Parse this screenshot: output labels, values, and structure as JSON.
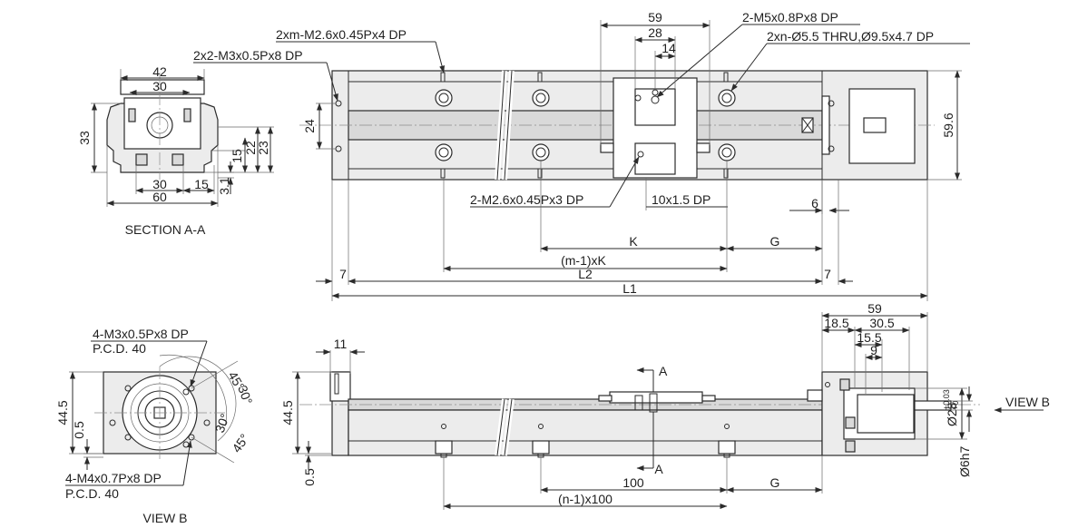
{
  "top_view": {
    "callout_m26_m": "2xm-M2.6x0.45Px4 DP",
    "callout_m3": "2x2-M3x0.5Px8 DP",
    "callout_m5": "2-M5x0.8Px8 DP",
    "callout_thru": "2xn-Ø5.5 THRU,Ø9.5x4.7 DP",
    "callout_m26_3": "2-M2.6x0.45Px3 DP",
    "callout_pin": "10x1.5 DP",
    "dim_59": "59",
    "dim_28": "28",
    "dim_14": "14",
    "dim_24": "24",
    "dim_59_6": "59.6",
    "dim_6": "6",
    "dim_k": "K",
    "dim_g": "G",
    "dim_m1k": "(m-1)xK",
    "dim_l2": "L2",
    "dim_l1": "L1",
    "dim_7_left": "7",
    "dim_7_right": "7"
  },
  "section_aa": {
    "title": "SECTION A-A",
    "dim_42": "42",
    "dim_30_top": "30",
    "dim_33": "33",
    "dim_15_v": "15",
    "dim_22": "22",
    "dim_23": "23",
    "dim_30_bot": "30",
    "dim_15_h": "15",
    "dim_3_1": "3.1",
    "dim_60": "60"
  },
  "view_b": {
    "title": "VIEW B",
    "callout_m3": "4-M3x0.5Px8 DP",
    "pcd_top": "P.C.D. 40",
    "callout_m4": "4-M4x0.7Px8 DP",
    "pcd_bot": "P.C.D. 40",
    "dim_44_5": "44.5",
    "dim_0_5": "0.5",
    "ang_45_a": "45°",
    "ang_30_a": "30°",
    "ang_30_b": "30°",
    "ang_45_b": "45°"
  },
  "side_view": {
    "dim_11": "11",
    "dim_44_5": "44.5",
    "dim_0_5": "0.5",
    "dim_59": "59",
    "dim_18_5": "18.5",
    "dim_30_5": "30.5",
    "dim_15_5": "15.5",
    "dim_9": "9",
    "section_a_top": "A",
    "section_a_bot": "A",
    "dim_100": "100",
    "dim_g": "G",
    "dim_n1": "(n-1)x100",
    "dim_shaft": "Ø28",
    "tol_upper": "+0.03",
    "tol_lower": "+0",
    "dim_6h7": "Ø6h7",
    "view_b_label": "VIEW B"
  }
}
